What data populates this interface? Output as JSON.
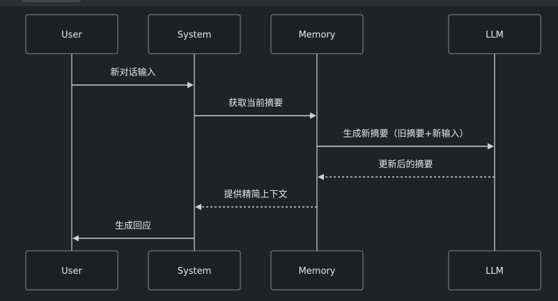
{
  "participants": [
    {
      "id": "user",
      "label": "User"
    },
    {
      "id": "system",
      "label": "System"
    },
    {
      "id": "memory",
      "label": "Memory"
    },
    {
      "id": "llm",
      "label": "LLM"
    }
  ],
  "messages": [
    {
      "from": "user",
      "to": "system",
      "label": "新对话输入",
      "style": "solid"
    },
    {
      "from": "system",
      "to": "memory",
      "label": "获取当前摘要",
      "style": "solid"
    },
    {
      "from": "memory",
      "to": "llm",
      "label": "生成新摘要（旧摘要+新输入）",
      "style": "solid"
    },
    {
      "from": "llm",
      "to": "memory",
      "label": "更新后的摘要",
      "style": "dashed"
    },
    {
      "from": "memory",
      "to": "system",
      "label": "提供精简上下文",
      "style": "dashed"
    },
    {
      "from": "system",
      "to": "user",
      "label": "生成回应",
      "style": "solid"
    }
  ],
  "colors": {
    "background": "#212226",
    "box_fill": "#1e1f22",
    "box_stroke": "#8a8b8f",
    "line": "#d2d2d2",
    "text": "#e8e8e8"
  }
}
